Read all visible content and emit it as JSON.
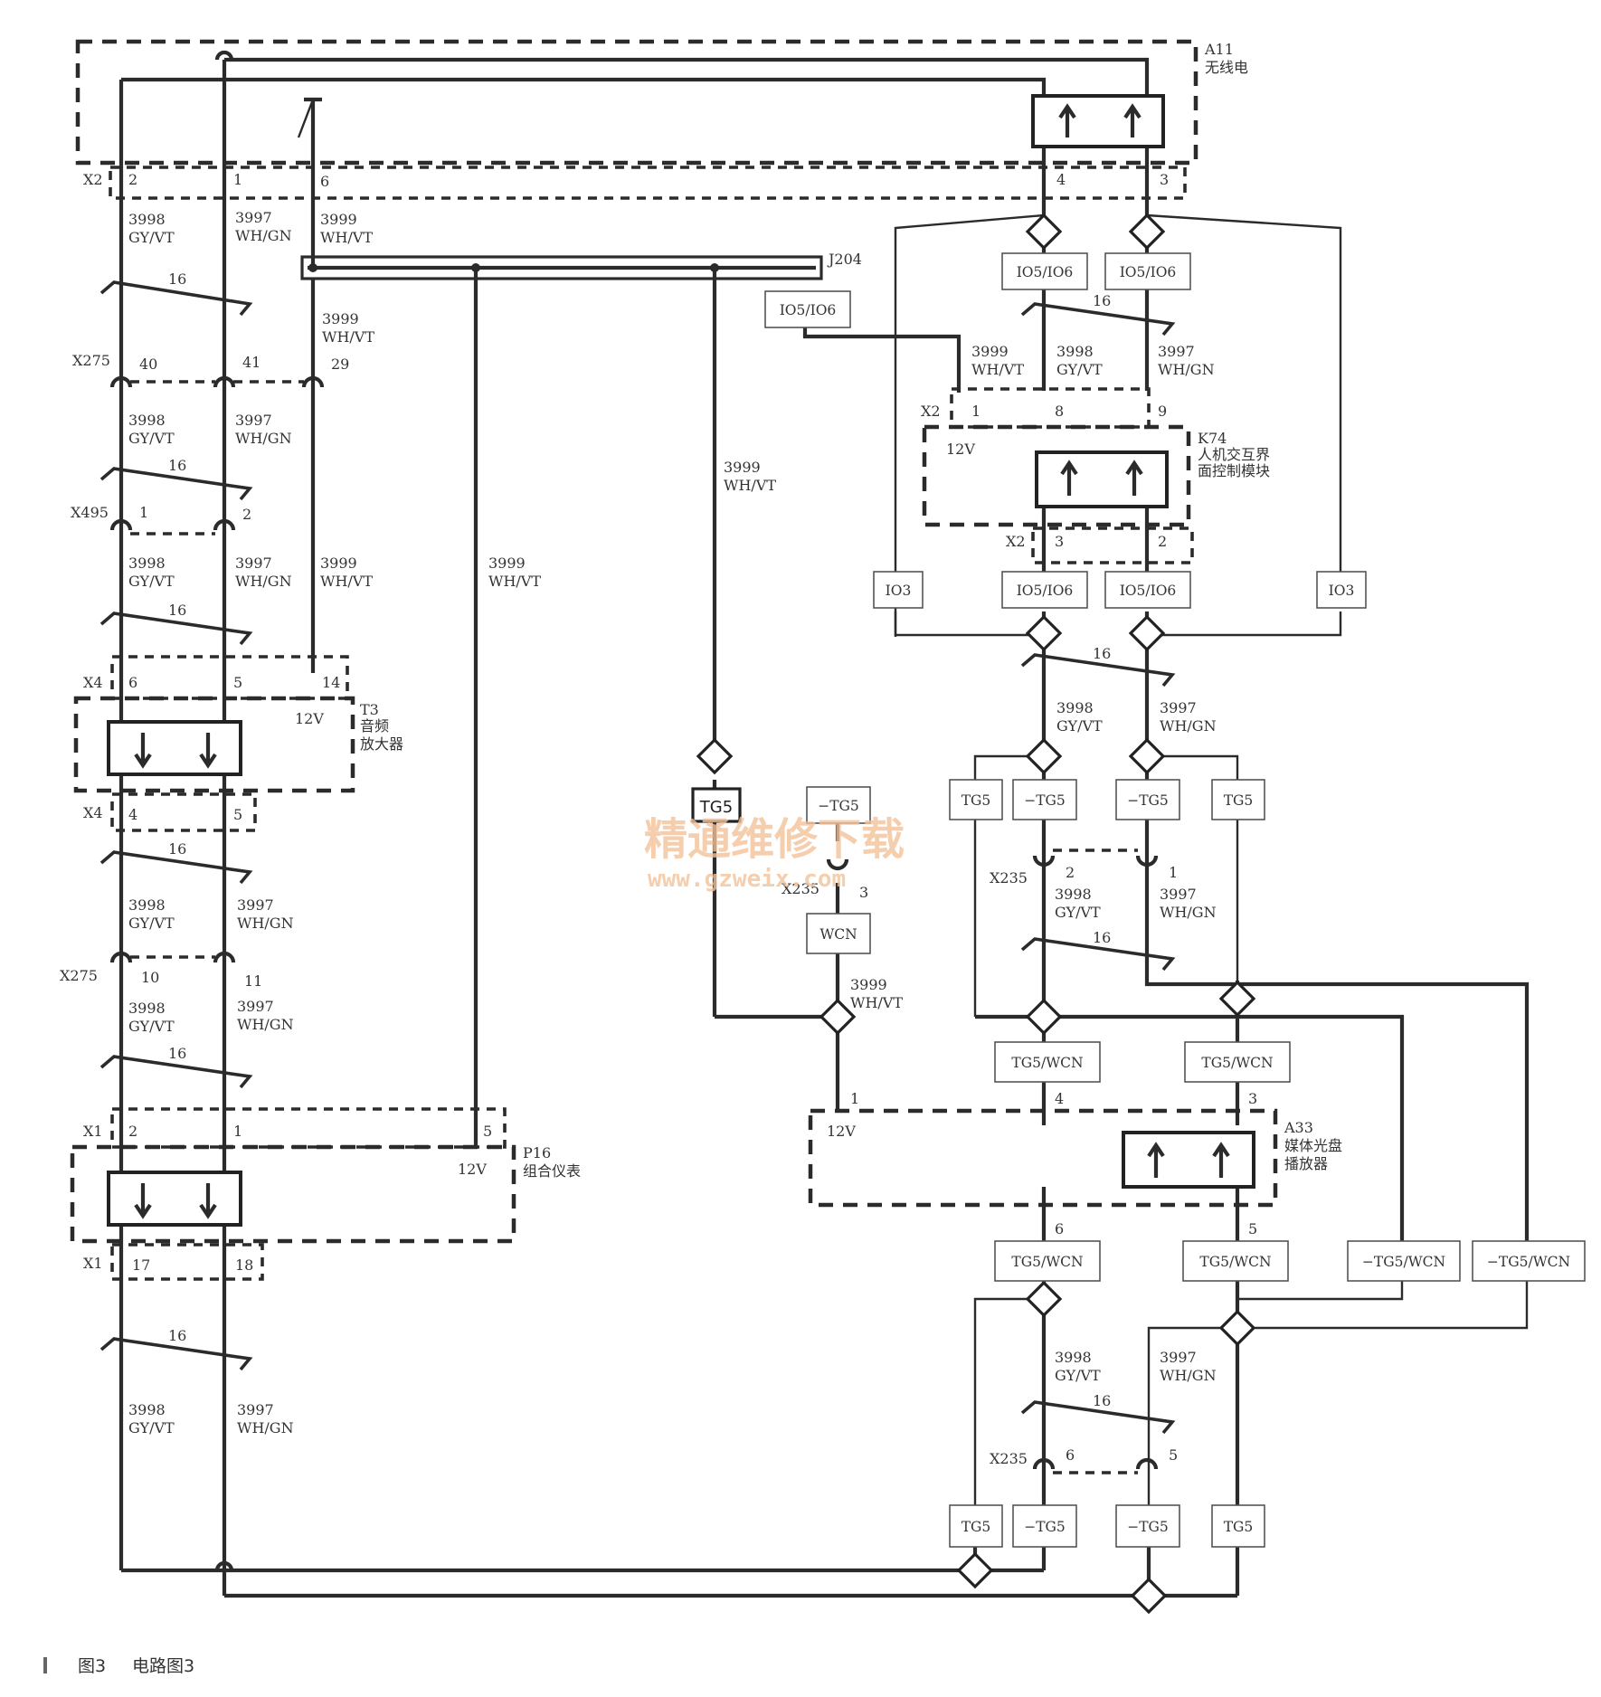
{
  "caption": {
    "figure": "图3",
    "title": "电路图3"
  },
  "watermark": {
    "line1": "精通维修下载",
    "line2": "www.gzweix.com"
  },
  "components": {
    "a11": {
      "id": "A11",
      "name": "无线电"
    },
    "k74": {
      "id": "K74",
      "name_line1": "人机交互界",
      "name_line2": "面控制模块"
    },
    "t3": {
      "id": "T3",
      "name_line1": "音频",
      "name_line2": "放大器"
    },
    "p16": {
      "id": "P16",
      "name": "组合仪表"
    },
    "a33": {
      "id": "A33",
      "name_line1": "媒体光盘",
      "name_line2": "播放器"
    },
    "j204": {
      "id": "J204"
    }
  },
  "connectors": {
    "x2": "X2",
    "x275": "X275",
    "x495": "X495",
    "x4": "X4",
    "x1": "X1",
    "x235": "X235"
  },
  "wires": {
    "c3998": "3998",
    "c3997": "3997",
    "c3999": "3999",
    "gyvt": "GY/VT",
    "whgn": "WH/GN",
    "whvt": "WH/VT"
  },
  "twist": "16",
  "voltage": "12V",
  "options": {
    "io56": "IO5/IO6",
    "io3": "IO3",
    "tg5": "TG5",
    "ntg5": "−TG5",
    "wcn": "WCN",
    "tg5wcn": "TG5/WCN",
    "ntg5wcn": "−TG5/WCN"
  },
  "pins": {
    "p1": "1",
    "p2": "2",
    "p3": "3",
    "p4": "4",
    "p5": "5",
    "p6": "6",
    "p8": "8",
    "p9": "9",
    "p10": "10",
    "p11": "11",
    "p14": "14",
    "p17": "17",
    "p18": "18",
    "p29": "29",
    "p40": "40",
    "p41": "41"
  }
}
